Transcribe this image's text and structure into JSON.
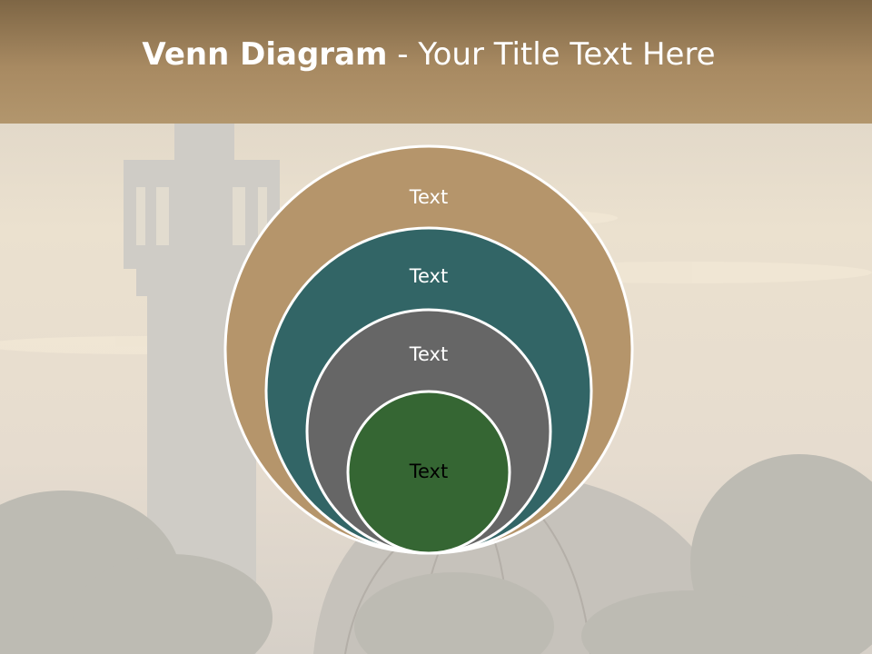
{
  "slide": {
    "title_bold": "Venn Diagram",
    "title_rest": " - Your Title Text Here"
  },
  "diagram": {
    "type": "nested-circles",
    "circles": [
      {
        "label": "Text",
        "color": "#b5956b",
        "text_color": "#ffffff"
      },
      {
        "label": "Text",
        "color": "#326566",
        "text_color": "#ffffff"
      },
      {
        "label": "Text",
        "color": "#666666",
        "text_color": "#ffffff"
      },
      {
        "label": "Text",
        "color": "#356633",
        "text_color": "#000000"
      }
    ]
  },
  "colors": {
    "header_top": "#7e6645",
    "header_bottom": "#b2966d",
    "circle_border": "#ffffff"
  }
}
